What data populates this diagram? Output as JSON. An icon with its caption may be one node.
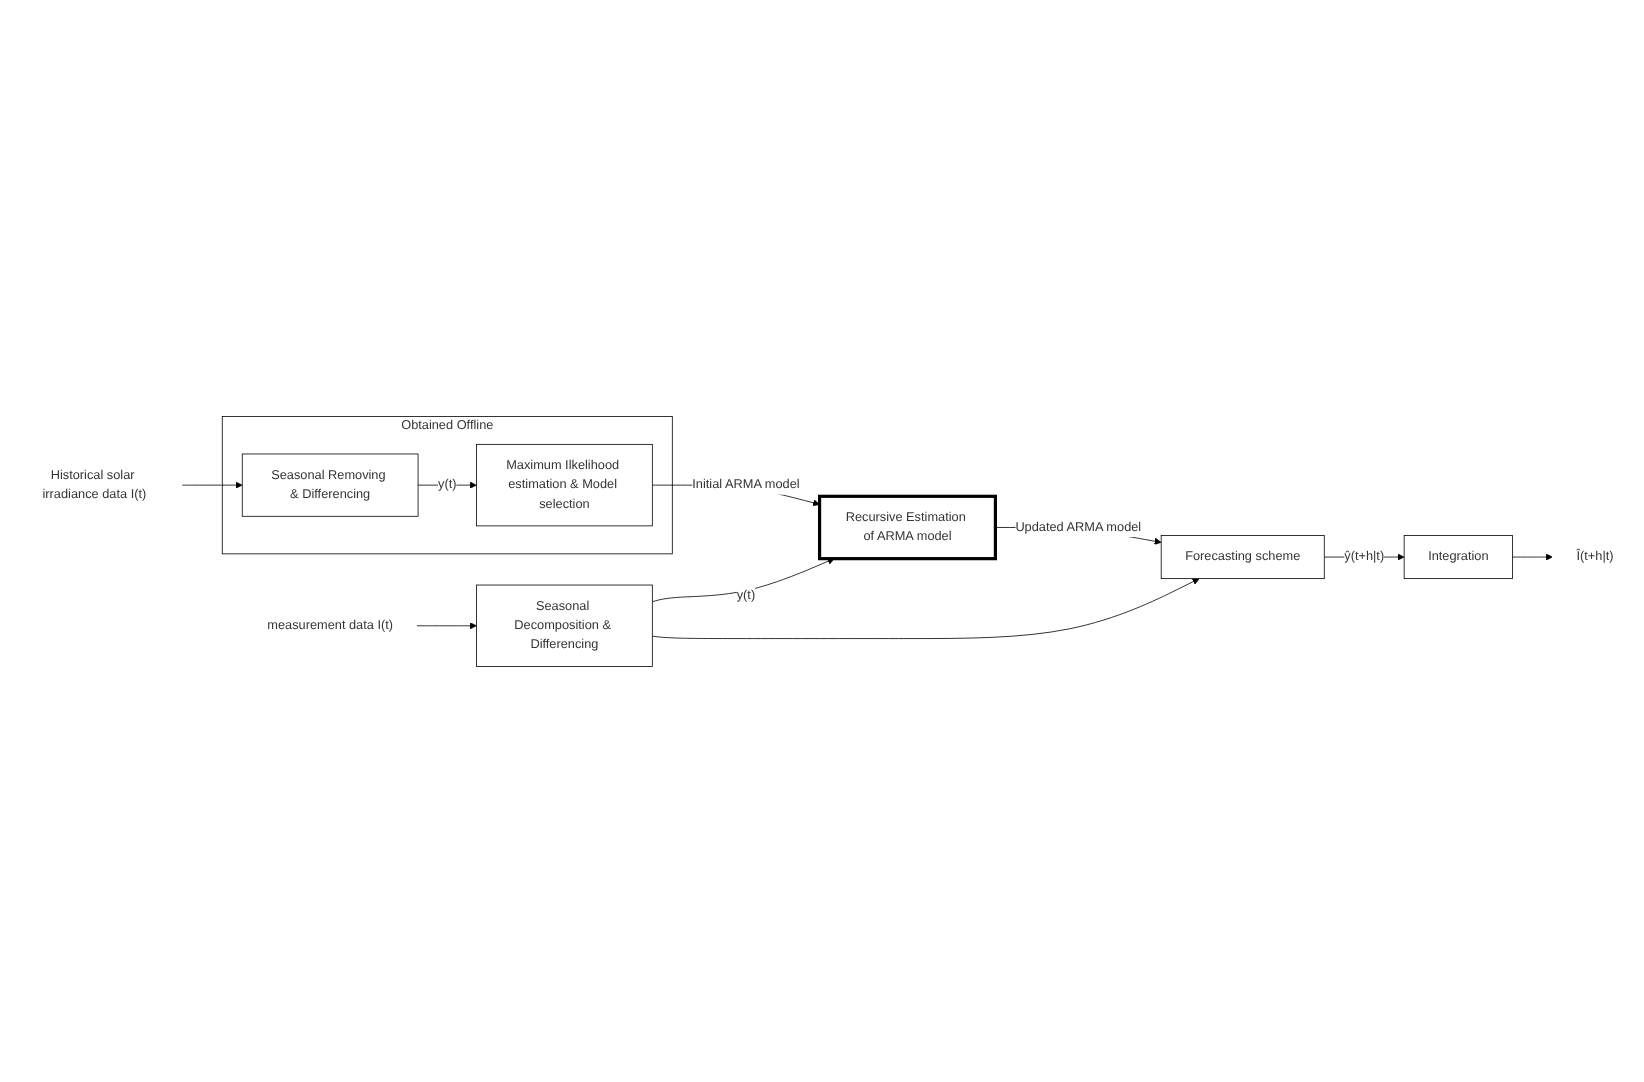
{
  "diagram": {
    "nodes": [
      {
        "text": [
          "Obtained Offline"
        ]
      },
      {
        "text": [
          "Historical solar irradiance data I(t)"
        ]
      },
      {
        "text": [
          "Seasonal Removing & Differencing"
        ],
        "in": 0
      },
      {
        "text": [
          "Maximum Ilkelihood estimation & Model selection"
        ],
        "in": 0
      },
      {
        "text": [
          "measurement data I(t)"
        ]
      },
      {
        "text": [
          "Recursive Estimation of ARMA model"
        ]
      },
      {
        "text": [
          "Seasonal Decomposition & Differencing"
        ]
      },
      {
        "text": [
          "Integration"
        ]
      },
      {
        "text": [
          "Forecasting scheme"
        ]
      },
      {
        "text": [
          "Î(t+h|t)"
        ]
      }
    ],
    "edges": [
      {
        "from": 1,
        "to": 2,
        "arrow": "to"
      },
      {
        "from": 2,
        "to": 3,
        "arrow": "to",
        "label": "y(t)"
      },
      {
        "from": 3,
        "to": 5,
        "arrow": "to",
        "label": "Initial ARMA model"
      },
      {
        "from": 4,
        "to": 6,
        "arrow": "to"
      },
      {
        "from": 6,
        "to": 5,
        "arrow": "to",
        "label": "y(t)"
      },
      {
        "from": 6,
        "to": 8,
        "arrow": "to"
      },
      {
        "from": 5,
        "to": 8,
        "arrow": "to",
        "label": "Updated ARMA model"
      },
      {
        "from": 8,
        "to": 7,
        "arrow": "to",
        "label": "ŷ(t+h|t)"
      },
      {
        "from": 7,
        "to": 9,
        "arrow": "to"
      }
    ]
  }
}
